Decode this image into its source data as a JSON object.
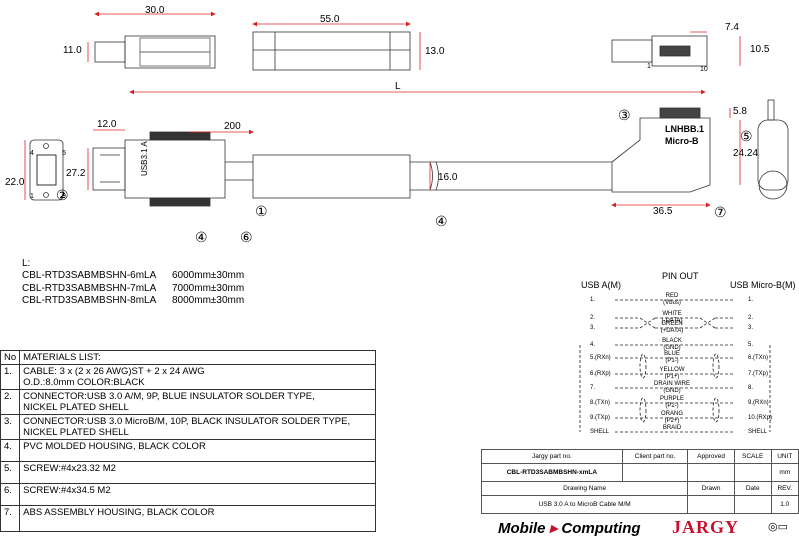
{
  "dimensions": {
    "d30": "30.0",
    "d11": "11.0",
    "d55": "55.0",
    "d13": "13.0",
    "d74": "7.4",
    "d105": "10.5",
    "L": "L",
    "d12": "12.0",
    "d200": "200",
    "d58": "5.8",
    "d2424": "24.24",
    "d22": "22.0",
    "d272": "27.2",
    "d16": "16.0",
    "d365": "36.5",
    "pin1": "1",
    "pin10": "10",
    "pin4": "4",
    "pin5": "5",
    "pin1b": "1",
    "pin9": "9"
  },
  "callouts": {
    "c1": "①",
    "c2": "②",
    "c3": "③",
    "c4a": "④",
    "c4b": "④",
    "c5": "⑤",
    "c6": "⑥",
    "c7": "⑦"
  },
  "labels": {
    "micro_top": "LNHBB.1",
    "micro_b": "Micro-B",
    "usb_a_side": "USB3.1 A"
  },
  "length_table": {
    "title": "L:",
    "rows": [
      {
        "part": "CBL-RTD3SABMBSHN-6mLA",
        "len": "6000mm±30mm"
      },
      {
        "part": "CBL-RTD3SABMBSHN-7mLA",
        "len": "7000mm±30mm"
      },
      {
        "part": "CBL-RTD3SABMBSHN-8mLA",
        "len": "8000mm±30mm"
      }
    ]
  },
  "pinout": {
    "title": "PIN OUT",
    "left_header": "USB A(M)",
    "right_header": "USB Micro-B(M)",
    "rows": [
      {
        "l": "1.",
        "c": "RED",
        "c2": "(Vbus)",
        "r": "1."
      },
      {
        "l": "2.",
        "c": "WHITE",
        "c2": "(-DATA)",
        "r": "2."
      },
      {
        "l": "3.",
        "c": "GREEN",
        "c2": "(+DATA)",
        "r": "3."
      },
      {
        "l": "4.",
        "c": "BLACK",
        "c2": "(GND)",
        "r": "5."
      },
      {
        "l": "5.(RXn)",
        "c": "BLUE",
        "c2": "(P1-)",
        "r": "6.(TXn)"
      },
      {
        "l": "6.(RXp)",
        "c": "YELLOW",
        "c2": "(P1+)",
        "r": "7.(TXp)"
      },
      {
        "l": "7.",
        "c": "DRAIN WIRE",
        "c2": "(GND)",
        "r": "8."
      },
      {
        "l": "8.(TXn)",
        "c": "PURPLE",
        "c2": "(P2-)",
        "r": "9.(RXn)"
      },
      {
        "l": "9.(TXp)",
        "c": "ORANG",
        "c2": "(P2+)",
        "r": "10.(RXp)"
      },
      {
        "l": "SHELL",
        "c": "BRAID",
        "c2": "",
        "r": "SHELL"
      }
    ]
  },
  "materials": {
    "header_no": "No",
    "header_title": "MATERIALS LIST:",
    "items": [
      {
        "no": "1.",
        "text": "CABLE: 3 x (2 x 26 AWG)ST + 2 x 24 AWG",
        "text2": "O.D.:8.0mm COLOR:BLACK"
      },
      {
        "no": "2.",
        "text": "CONNECTOR:USB 3.0 A/M, 9P, BLUE INSULATOR SOLDER TYPE,",
        "text2": "NICKEL PLATED SHELL"
      },
      {
        "no": "3.",
        "text": "CONNECTOR:USB 3.0 MicroB/M, 10P, BLACK INSULATOR SOLDER TYPE,",
        "text2": "NICKEL PLATED SHELL"
      },
      {
        "no": "4.",
        "text": "PVC MOLDED HOUSING, BLACK COLOR",
        "text2": ""
      },
      {
        "no": "5.",
        "text": "SCREW:#4x23.32 M2",
        "text2": ""
      },
      {
        "no": "6.",
        "text": "SCREW:#4x34.5 M2",
        "text2": ""
      },
      {
        "no": "7.",
        "text": "ABS ASSEMBLY HOUSING, BLACK COLOR",
        "text2": ""
      }
    ]
  },
  "title_block": {
    "h_jargy_part": "Jargy part no.",
    "h_client_part": "Client part no.",
    "h_approved": "Approved",
    "h_scale": "SCALE",
    "h_unit": "UNIT",
    "part_no": "CBL-RTD3SABMBSHN-xmLA",
    "unit": "mm",
    "h_drawing_name": "Drawing Name",
    "h_drawn": "Drawn",
    "h_date": "Date",
    "h_rev": "REV.",
    "drawing_name": "USB 3.0 A to MicroB Cable M/M",
    "rev": "1.0"
  },
  "logos": {
    "mobile": "Mobile",
    "computing": "Computing",
    "jargy": "JARGY"
  },
  "colors": {
    "red_dim": "#e02020",
    "logo_red": "#c8102e"
  }
}
